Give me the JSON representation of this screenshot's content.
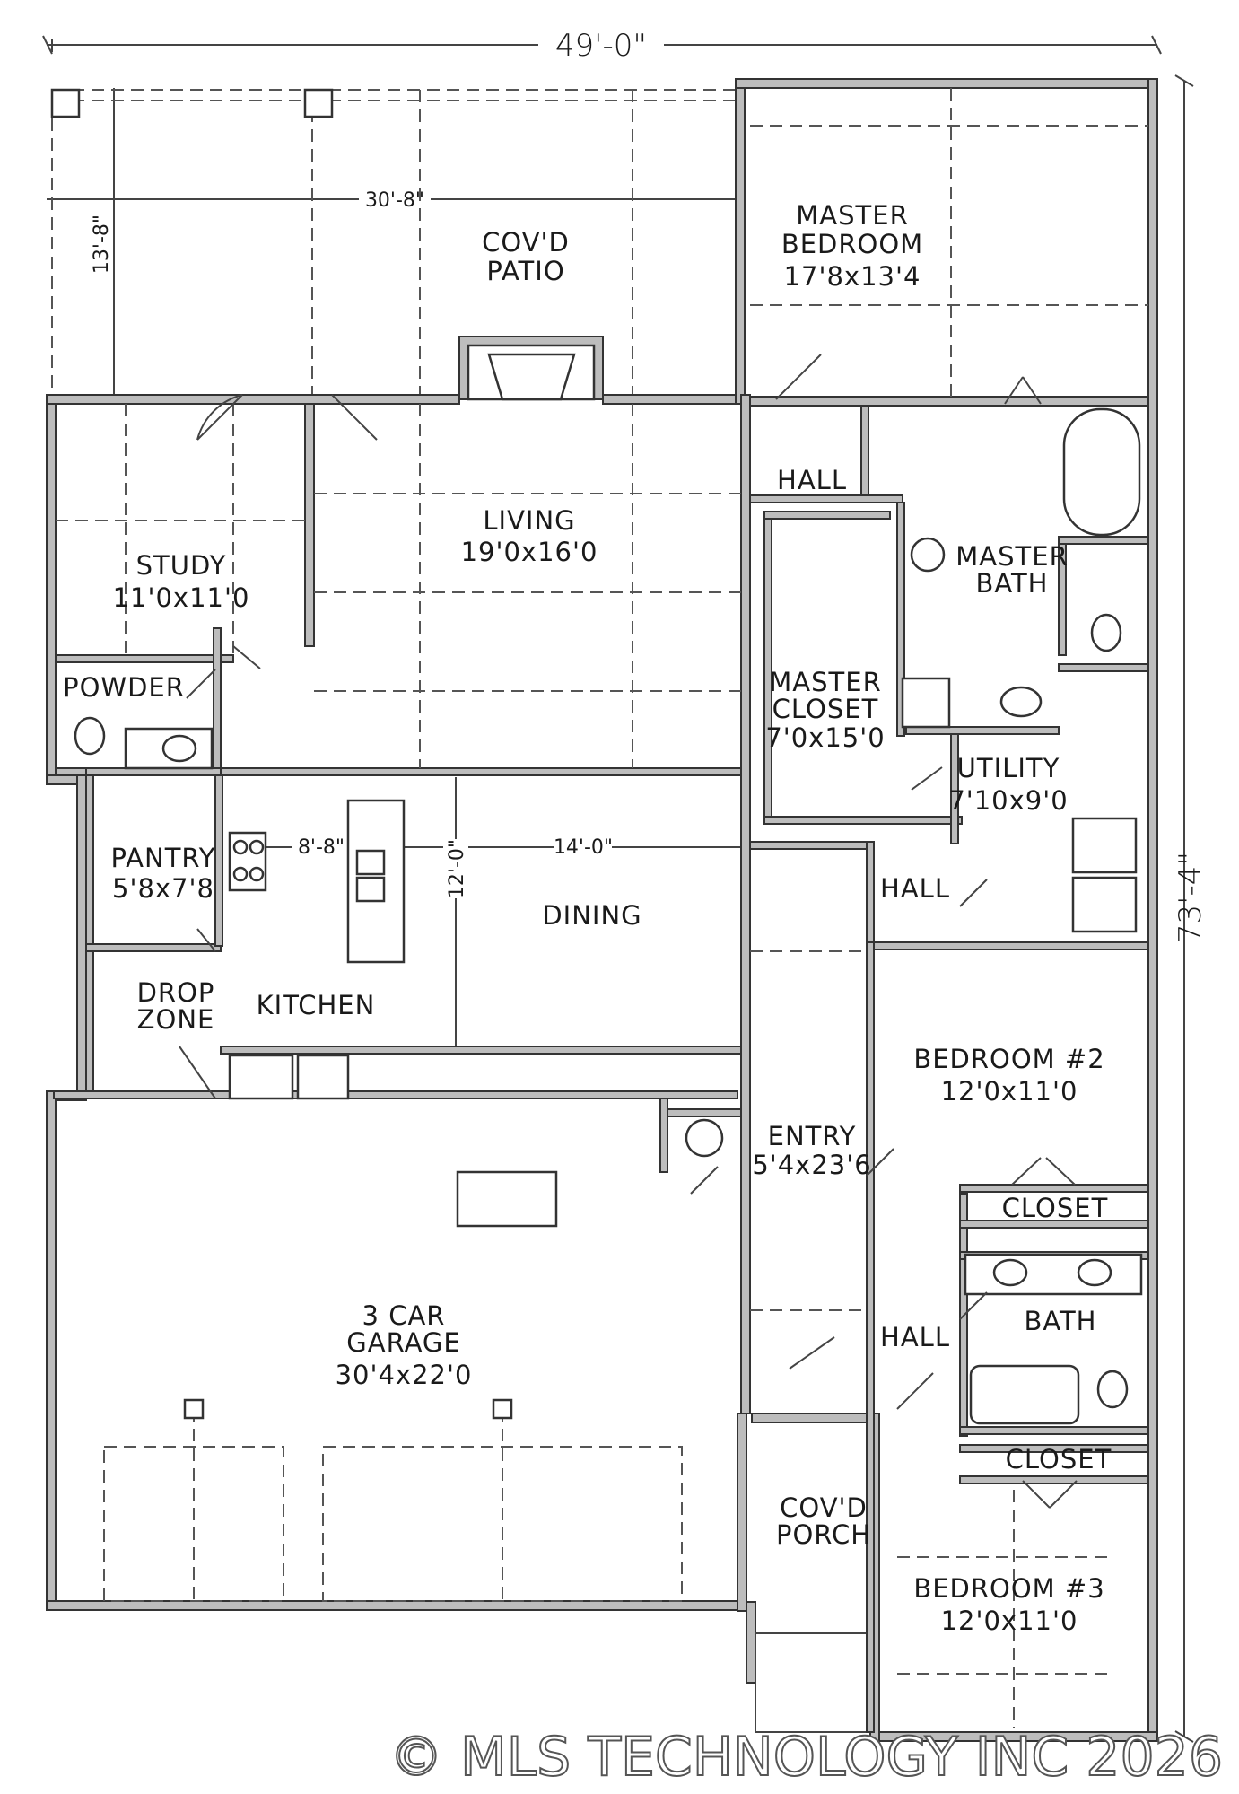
{
  "dimensions": {
    "overall_width": "49'-0\"",
    "overall_depth": "73'-4\"",
    "patio_width": "30'-8\"",
    "patio_depth": "13'-8\"",
    "kitchen_width": "8'-8\"",
    "dining_width": "14'-0\"",
    "dining_depth": "12'-0\""
  },
  "rooms": {
    "patio": {
      "name_line1": "COV'D",
      "name_line2": "PATIO"
    },
    "master_bedroom": {
      "name_line1": "MASTER",
      "name_line2": "BEDROOM",
      "size": "17'8x13'4"
    },
    "hall_master": {
      "name": "HALL"
    },
    "living": {
      "name": "LIVING",
      "size": "19'0x16'0"
    },
    "study": {
      "name": "STUDY",
      "size": "11'0x11'0"
    },
    "master_bath": {
      "name_line1": "MASTER",
      "name_line2": "BATH"
    },
    "master_closet": {
      "name_line1": "MASTER",
      "name_line2": "CLOSET",
      "size": "7'0x15'0"
    },
    "powder": {
      "name": "POWDER"
    },
    "utility": {
      "name": "UTILITY",
      "size": "7'10x9'0"
    },
    "pantry": {
      "name": "PANTRY",
      "size": "5'8x7'8"
    },
    "hall_utility": {
      "name": "HALL"
    },
    "dining": {
      "name": "DINING"
    },
    "drop_zone": {
      "name_line1": "DROP",
      "name_line2": "ZONE"
    },
    "kitchen": {
      "name": "KITCHEN"
    },
    "bedroom2": {
      "name": "BEDROOM #2",
      "size": "12'0x11'0"
    },
    "entry": {
      "name": "ENTRY",
      "size": "5'4x23'6"
    },
    "closet2": {
      "name": "CLOSET"
    },
    "garage": {
      "name_line1": "3 CAR",
      "name_line2": "GARAGE",
      "size": "30'4x22'0"
    },
    "hall_bath": {
      "name": "HALL"
    },
    "bath": {
      "name": "BATH"
    },
    "closet3": {
      "name": "CLOSET"
    },
    "porch": {
      "name_line1": "COV'D",
      "name_line2": "PORCH"
    },
    "bedroom3": {
      "name": "BEDROOM #3",
      "size": "12'0x11'0"
    }
  },
  "watermark": "© MLS TECHNOLOGY INC 2026",
  "colors": {
    "wall_fill": "#bdbdbd",
    "line": "#333333",
    "background": "#ffffff"
  }
}
